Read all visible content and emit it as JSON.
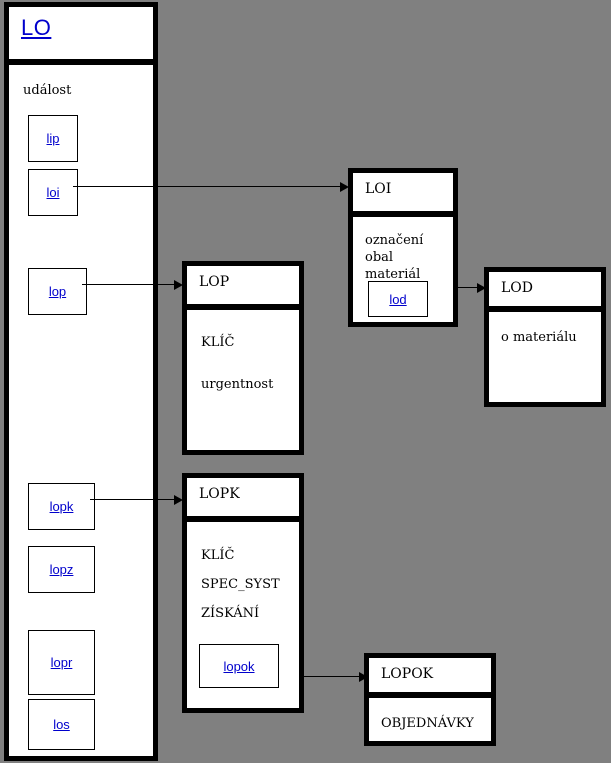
{
  "diagram": {
    "background_color": "#808080",
    "link_color": "#0000cc",
    "panel": {
      "title": "LO",
      "section_label": "událost",
      "attributes": [
        {
          "name": "lip",
          "label": "lip"
        },
        {
          "name": "loi",
          "label": "loi"
        },
        {
          "name": "lop",
          "label": "lop"
        },
        {
          "name": "lopk",
          "label": "lopk"
        },
        {
          "name": "lopz",
          "label": "lopz"
        },
        {
          "name": "lopr",
          "label": "lopr"
        },
        {
          "name": "los",
          "label": "los"
        }
      ]
    },
    "entities": {
      "loi": {
        "title": "LOI",
        "attributes": [
          "označení",
          "obal",
          "materiál"
        ],
        "link_attribute": "lod"
      },
      "lop": {
        "title": "LOP",
        "attributes": [
          "KLÍČ",
          "urgentnost"
        ]
      },
      "lod": {
        "title": "LOD",
        "attributes": [
          "o materiálu"
        ]
      },
      "lopk": {
        "title": "LOPK",
        "attributes": [
          "KLÍČ",
          "SPEC_SYST",
          "ZÍSKÁNÍ"
        ],
        "link_attribute": "lopok"
      },
      "lopok": {
        "title": "LOPOK",
        "attributes": [
          "OBJEDNÁVKY"
        ]
      }
    }
  }
}
